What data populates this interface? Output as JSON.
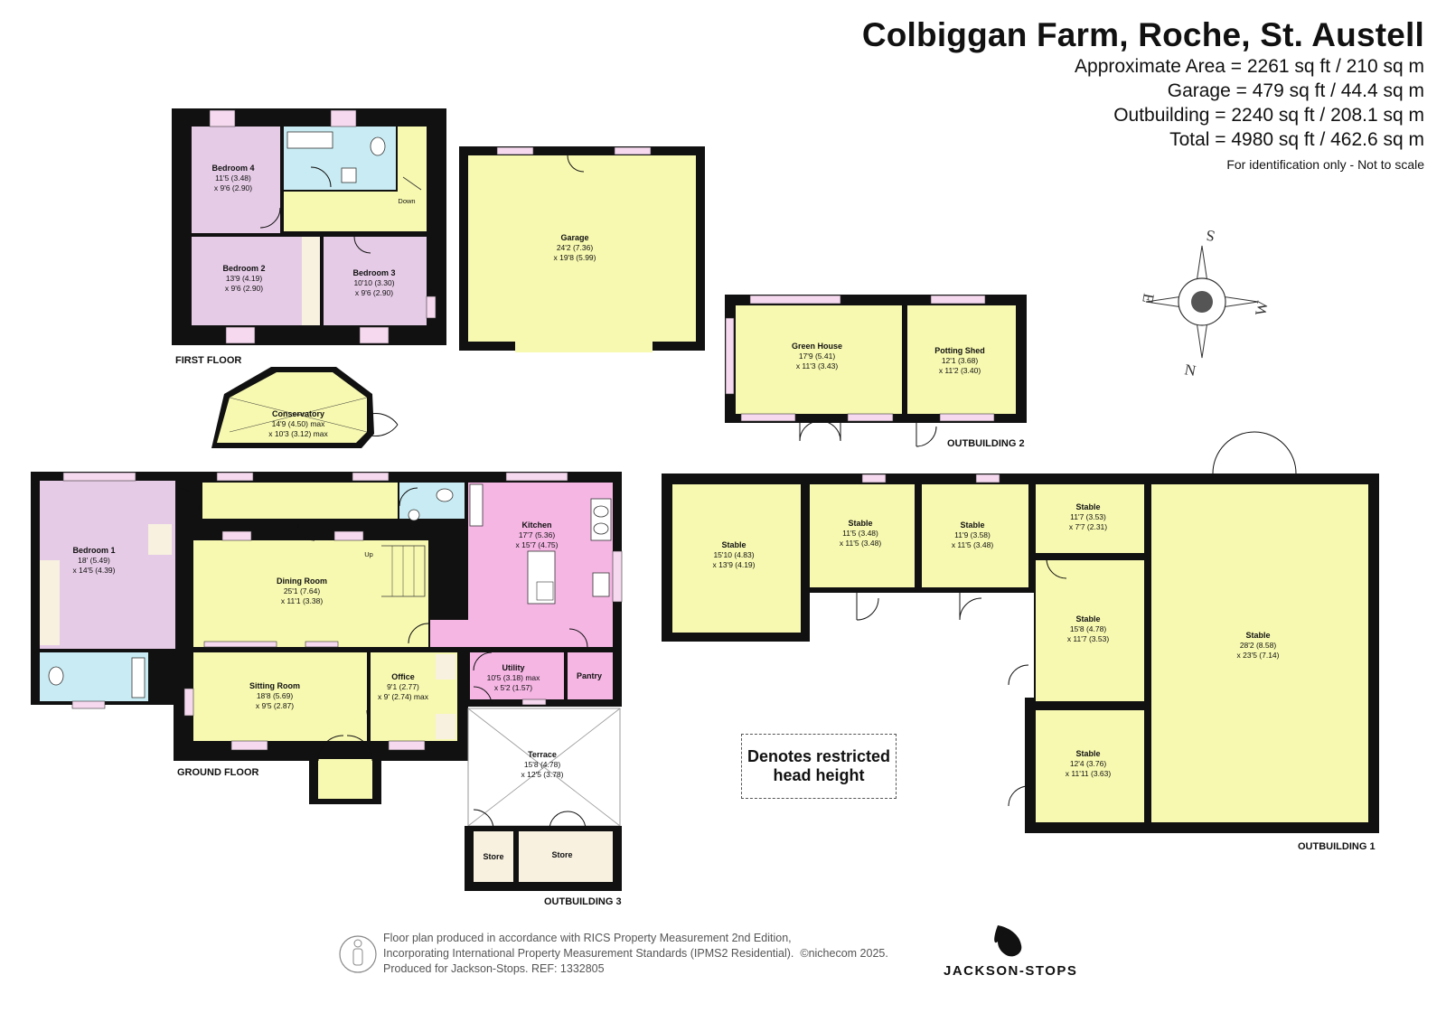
{
  "header": {
    "title": "Colbiggan Farm, Roche, St. Austell",
    "area": "Approximate Area = 2261 sq ft / 210 sq m",
    "garage": "Garage = 479 sq ft / 44.4 sq m",
    "outbuilding": "Outbuilding = 2240 sq ft / 208.1 sq m",
    "total": "Total = 4980 sq ft / 462.6 sq m",
    "note": "For identification only - Not to scale"
  },
  "compass": {
    "n": "N",
    "s": "S",
    "e": "E",
    "w": "W"
  },
  "floors": {
    "first": "FIRST FLOOR",
    "ground": "GROUND FLOOR",
    "out1": "OUTBUILDING 1",
    "out2": "OUTBUILDING 2",
    "out3": "OUTBUILDING 3"
  },
  "rooms": {
    "bedroom4": {
      "name": "Bedroom 4",
      "d1": "11'5 (3.48)",
      "d2": "x 9'6 (2.90)"
    },
    "bedroom2": {
      "name": "Bedroom 2",
      "d1": "13'9 (4.19)",
      "d2": "x 9'6 (2.90)"
    },
    "bedroom3": {
      "name": "Bedroom 3",
      "d1": "10'10 (3.30)",
      "d2": "x 9'6 (2.90)"
    },
    "down": "Down",
    "garage": {
      "name": "Garage",
      "d1": "24'2 (7.36)",
      "d2": "x 19'8 (5.99)"
    },
    "greenhouse": {
      "name": "Green House",
      "d1": "17'9 (5.41)",
      "d2": "x 11'3 (3.43)"
    },
    "pottingshed": {
      "name": "Potting Shed",
      "d1": "12'1 (3.68)",
      "d2": "x 11'2 (3.40)"
    },
    "conservatory": {
      "name": "Conservatory",
      "d1": "14'9 (4.50) max",
      "d2": "x 10'3 (3.12) max"
    },
    "bedroom1": {
      "name": "Bedroom 1",
      "d1": "18' (5.49)",
      "d2": "x 14'5 (4.39)"
    },
    "dining": {
      "name": "Dining Room",
      "d1": "25'1 (7.64)",
      "d2": "x 11'1 (3.38)"
    },
    "up": "Up",
    "kitchen": {
      "name": "Kitchen",
      "d1": "17'7 (5.36)",
      "d2": "x 15'7 (4.75)"
    },
    "sitting": {
      "name": "Sitting Room",
      "d1": "18'8 (5.69)",
      "d2": "x 9'5 (2.87)"
    },
    "office": {
      "name": "Office",
      "d1": "9'1 (2.77)",
      "d2": "x 9' (2.74) max"
    },
    "utility": {
      "name": "Utility",
      "d1": "10'5 (3.18) max",
      "d2": "x 5'2 (1.57)"
    },
    "pantry": {
      "name": "Pantry"
    },
    "terrace": {
      "name": "Terrace",
      "d1": "15'8 (4.78)",
      "d2": "x 12'5 (3.78)"
    },
    "store1": {
      "name": "Store"
    },
    "store2": {
      "name": "Store"
    },
    "stable1": {
      "name": "Stable",
      "d1": "15'10 (4.83)",
      "d2": "x 13'9 (4.19)"
    },
    "stable2": {
      "name": "Stable",
      "d1": "11'5 (3.48)",
      "d2": "x 11'5 (3.48)"
    },
    "stable3": {
      "name": "Stable",
      "d1": "11'9 (3.58)",
      "d2": "x 11'5 (3.48)"
    },
    "stable4": {
      "name": "Stable",
      "d1": "11'7 (3.53)",
      "d2": "x 7'7 (2.31)"
    },
    "stable5": {
      "name": "Stable",
      "d1": "15'8 (4.78)",
      "d2": "x 11'7 (3.53)"
    },
    "stable6": {
      "name": "Stable",
      "d1": "12'4 (3.76)",
      "d2": "x 11'11 (3.63)"
    },
    "stable7": {
      "name": "Stable",
      "d1": "28'2 (8.58)",
      "d2": "x 23'5 (7.14)"
    }
  },
  "restricted": {
    "line1": "Denotes restricted",
    "line2": "head height"
  },
  "footer": {
    "l1": "Floor plan produced in accordance with RICS Property Measurement 2nd Edition,",
    "l2": "Incorporating International Property Measurement Standards (IPMS2 Residential).",
    "copyright": "©nichecom 2025.",
    "l3": "Produced for Jackson-Stops.   REF:  1332805"
  },
  "brand": "JACKSON-STOPS"
}
